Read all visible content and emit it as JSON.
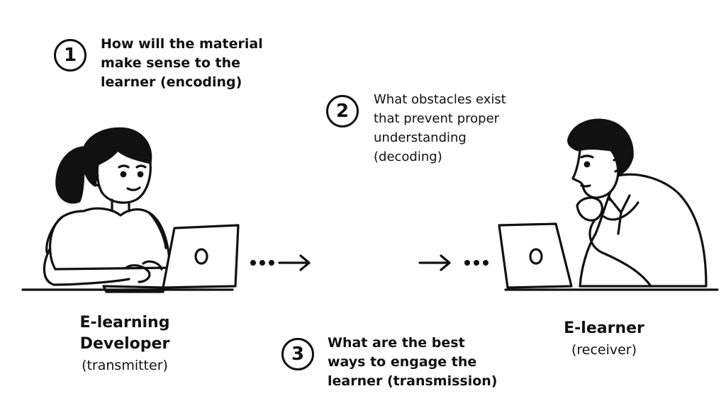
{
  "steps": [
    {
      "number": "1",
      "lines": [
        "How will the material",
        "make sense to the",
        "learner (encoding)"
      ]
    },
    {
      "number": "2",
      "lines": [
        "What obstacles exist",
        "that prevent proper",
        "understanding",
        "(decoding)"
      ]
    },
    {
      "number": "3",
      "lines": [
        "What are the best",
        "ways to engage the",
        "learner (transmission)"
      ]
    }
  ],
  "transmitter": {
    "name_line1": "E-learning",
    "name_line2": "Developer",
    "role": "(transmitter)"
  },
  "receiver": {
    "name": "E-learner",
    "role": "(receiver)"
  },
  "icons": [
    "woman-at-laptop",
    "man-at-laptop",
    "arrow-right-icon"
  ]
}
